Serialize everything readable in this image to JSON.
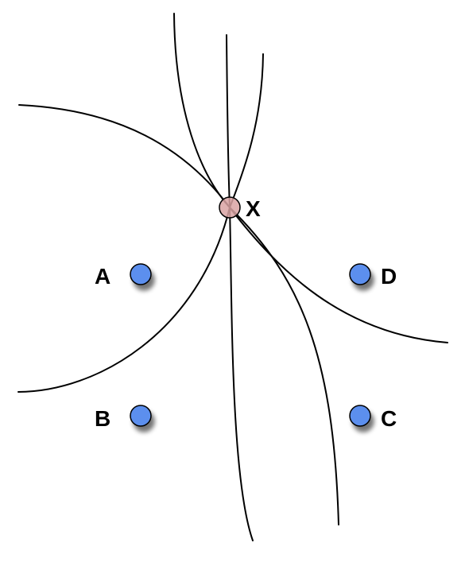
{
  "points": {
    "a": {
      "label": "A",
      "color": "#5b8fee"
    },
    "b": {
      "label": "B",
      "color": "#5b8fee"
    },
    "c": {
      "label": "C",
      "color": "#5b8fee"
    },
    "d": {
      "label": "D",
      "color": "#5b8fee"
    },
    "x": {
      "label": "X",
      "color": "#d9a3a3"
    }
  },
  "colors": {
    "curve": "#000000",
    "shadow": "#888888"
  }
}
